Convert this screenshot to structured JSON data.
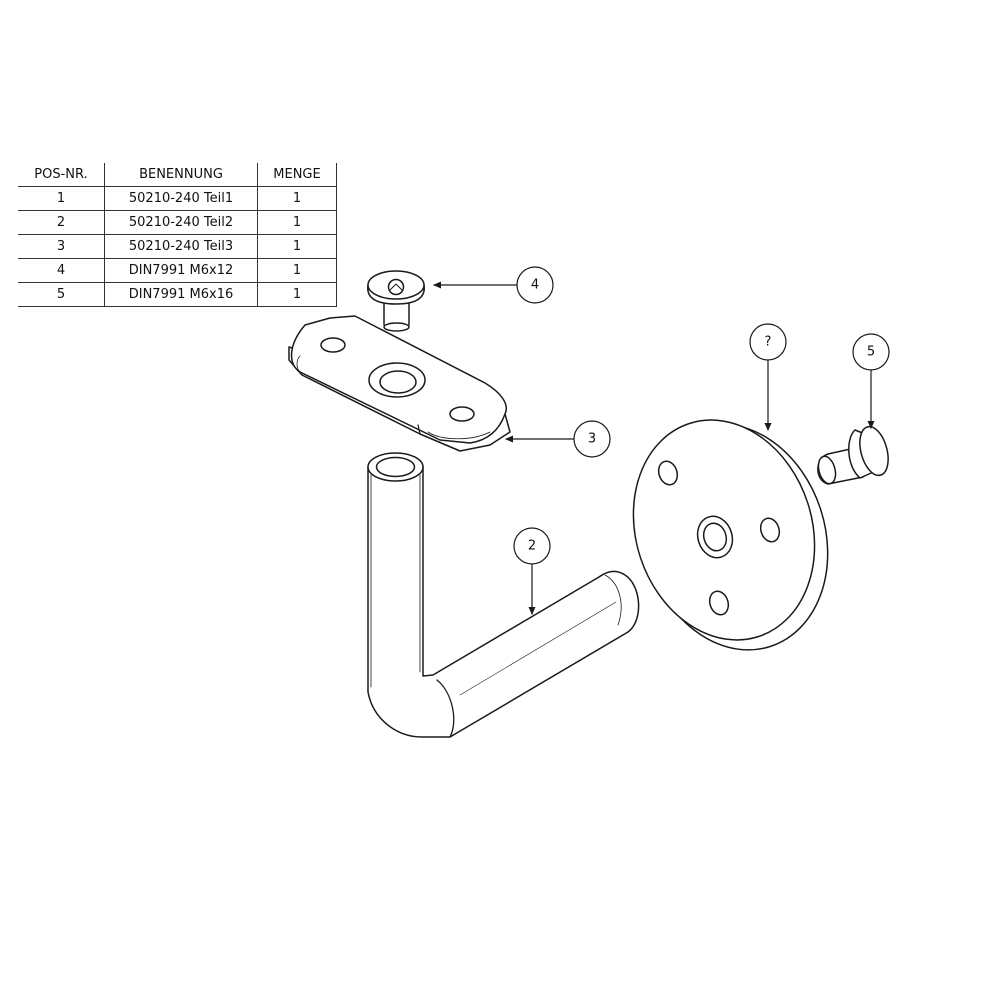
{
  "parts_list": {
    "headers": {
      "pos": "POS-NR.",
      "name": "BENENNUNG",
      "qty": "MENGE"
    },
    "rows": [
      {
        "pos": "1",
        "name": "50210-240 Teil1",
        "qty": "1"
      },
      {
        "pos": "2",
        "name": "50210-240 Teil2",
        "qty": "1"
      },
      {
        "pos": "3",
        "name": "50210-240 Teil3",
        "qty": "1"
      },
      {
        "pos": "4",
        "name": "DIN7991 M6x12",
        "qty": "1"
      },
      {
        "pos": "5",
        "name": "DIN7991 M6x16",
        "qty": "1"
      }
    ]
  },
  "balloons": {
    "screw_small": "4",
    "plate": "3",
    "bracket": "2",
    "rosette": "?",
    "screw_large": "5"
  },
  "colors": {
    "line": "#1a1a1a",
    "fill": "#ffffff"
  }
}
